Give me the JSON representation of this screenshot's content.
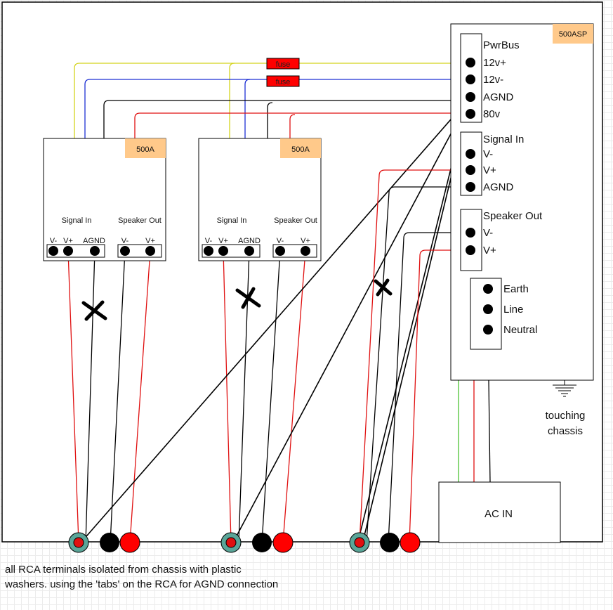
{
  "psu": {
    "badge": "500ASP",
    "pwrbus": {
      "title": "PwrBus",
      "pins": [
        "12v+",
        "12v-",
        "AGND",
        "80v"
      ]
    },
    "signal_in": {
      "title": "Signal In",
      "pins": [
        "V-",
        "V+",
        "AGND"
      ]
    },
    "speaker_out": {
      "title": "Speaker Out",
      "pins": [
        "V-",
        "V+"
      ]
    },
    "mains": {
      "pins": [
        "Earth",
        "Line",
        "Neutral"
      ]
    }
  },
  "amps": [
    {
      "badge": "500A",
      "signal_label": "Signal In",
      "speaker_label": "Speaker Out",
      "pins": [
        "V-",
        "V+",
        "AGND",
        "V-",
        "V+"
      ]
    },
    {
      "badge": "500A",
      "signal_label": "Signal In",
      "speaker_label": "Speaker Out",
      "pins": [
        "V-",
        "V+",
        "AGND",
        "V-",
        "V+"
      ]
    }
  ],
  "fuses": [
    "fuse",
    "fuse"
  ],
  "ground": {
    "label_line1": "touching",
    "label_line2": "chassis"
  },
  "ac_in": "AC IN",
  "note": "all RCA terminals isolated from chassis with plastic washers. using the 'tabs' on the RCA for AGND connection",
  "colors": {
    "yellow_wire": "#d4d41c",
    "blue_wire": "#1c2fd4",
    "black_wire": "#000000",
    "red_wire": "#e01010",
    "green_wire": "#4cc434",
    "badge_fill": "#ffc98a",
    "fuse_fill": "#ff0000",
    "rca_ring": "#5aa598"
  }
}
